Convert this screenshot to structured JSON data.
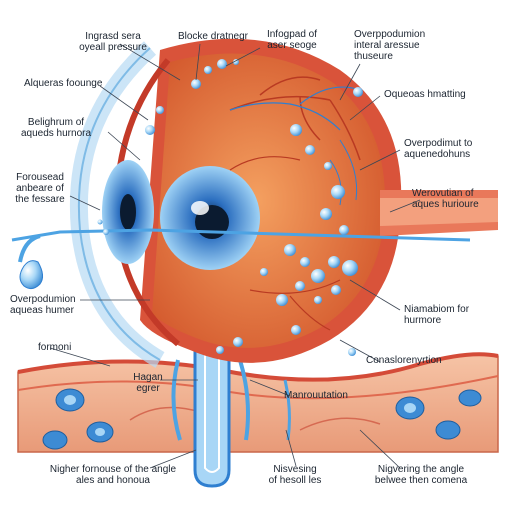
{
  "labels": {
    "ingrased_sera": "Ingrasd sera\noyeall pressure",
    "blocke_drainage": "Blocke dratnegr",
    "infogpad": "Infogpad of\naser seoge",
    "overpodumion_top": "Overppodumion\ninteral aressue\nthuseure",
    "alqueras": "Alqueras foounge",
    "oquecas": "Oqueoas hmatting",
    "belighrum": "Belighrum of\naqueds hurnora",
    "overpodimut": "Overpodimut to\naquenedohuns",
    "forousead": "Forousead\nanbeare of\nthe fessare",
    "werovutian": "Werovutian of\naques hurioure",
    "overpodumion_left": "Overpodumion\naqueas humer",
    "niamabiom": "Niamabiom for\nhurmore",
    "formoni": "formoni",
    "conaslorenyrtion": "Conaslorenyrtion",
    "hagan": "Hagan\negrer",
    "manrouutation": "Manrouutation",
    "nigher_fornouse": "Nigher fornouse of the angle\nales and honoua",
    "nisvesing": "Nisvesing\nof hesoll les",
    "nigvering": "Nigvering the angle\nbelwee then comena"
  },
  "colors": {
    "sclera": "#d9533a",
    "retina": "#e5803f",
    "iris": "#2f7fd0",
    "fluid": "#4da3e3",
    "tissue": "#f0b38f",
    "lens_glass": "#dceefa"
  },
  "icons": [
    "eye-cross-section",
    "fluid-droplets",
    "tissue-cells",
    "drainage-canal"
  ]
}
